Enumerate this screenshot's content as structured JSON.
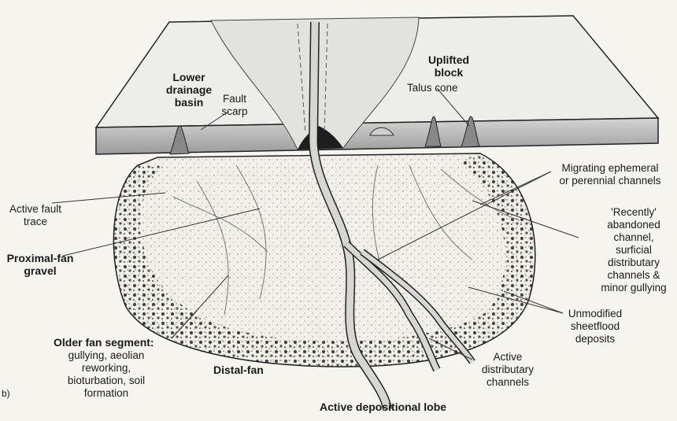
{
  "panel_letter": "b)",
  "labels": {
    "lower_drainage_basin": "Lower\ndrainage\nbasin",
    "fault_scarp": "Fault\nscarp",
    "uplifted_block": "Uplifted\nblock",
    "talus_cone": "Talus cone",
    "migrating_channels": "Migrating ephemeral\nor perennial channels",
    "active_fault_trace": "Active fault\ntrace",
    "recently_abandoned": "'Recently'\nabandoned\nchannel,\nsurficial\ndistributary\nchannels &\nminor gullying",
    "proximal_fan_gravel": "Proximal-fan\ngravel",
    "unmodified_sheetflood": "Unmodified\nsheetflood\ndeposits",
    "older_fan_segment_title": "Older fan segment:",
    "older_fan_segment_desc": "gullying, aeolian\nreworking,\nbioturbation, soil\nformation",
    "distal_fan": "Distal-fan",
    "active_distributary": "Active\ndistributary\nchannels",
    "active_depositional_lobe": "Active depositional lobe"
  }
}
